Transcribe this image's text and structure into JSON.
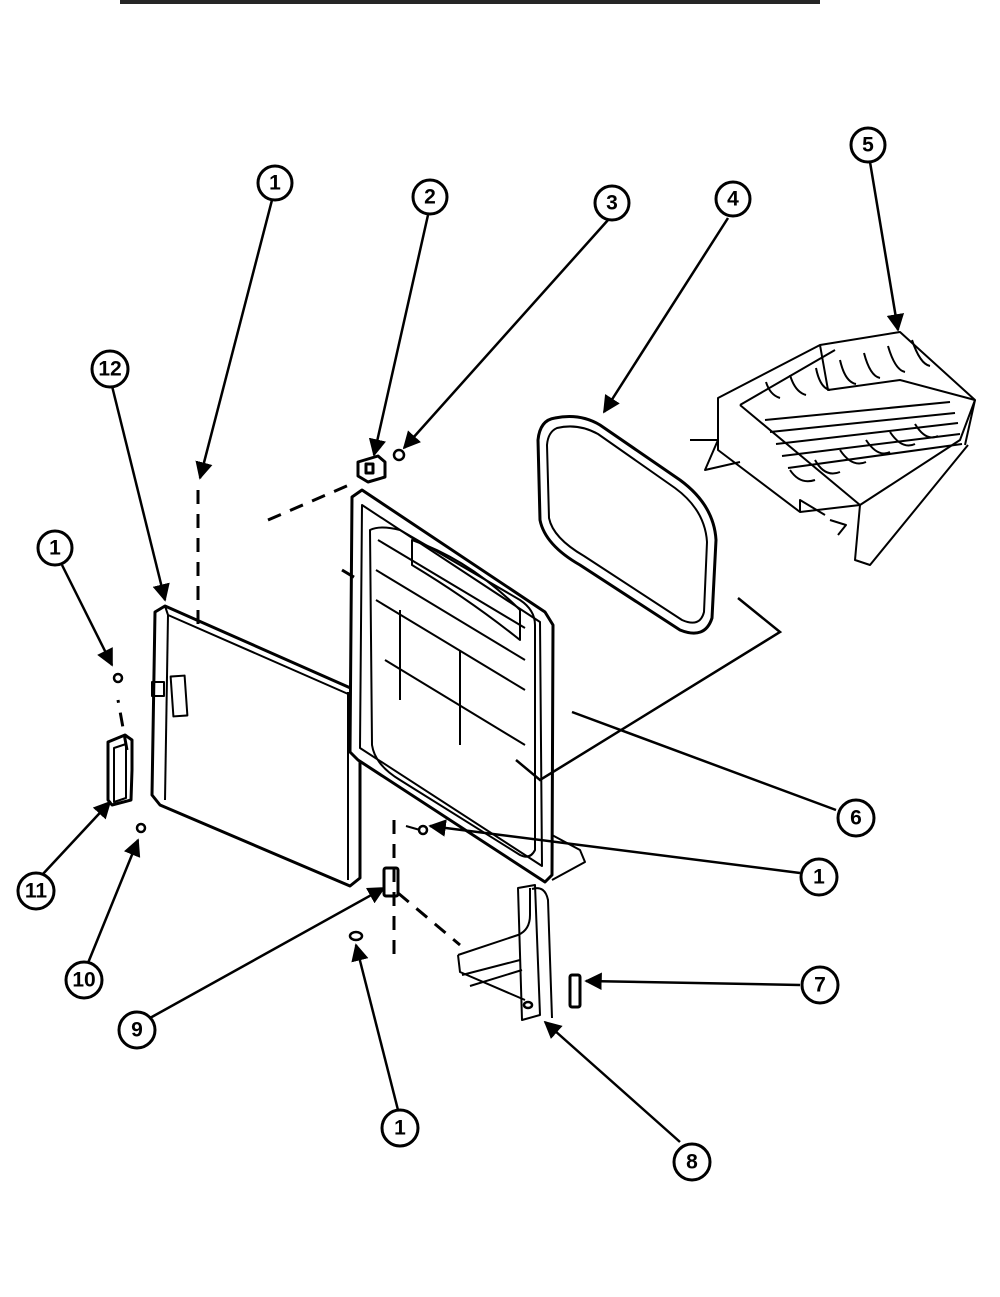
{
  "callouts": [
    {
      "id": "c1a",
      "label": "1"
    },
    {
      "id": "c2",
      "label": "2"
    },
    {
      "id": "c3",
      "label": "3"
    },
    {
      "id": "c4",
      "label": "4"
    },
    {
      "id": "c5",
      "label": "5"
    },
    {
      "id": "c12",
      "label": "12"
    },
    {
      "id": "c1b",
      "label": "1"
    },
    {
      "id": "c6",
      "label": "6"
    },
    {
      "id": "c1c",
      "label": "1"
    },
    {
      "id": "c11",
      "label": "11"
    },
    {
      "id": "c7",
      "label": "7"
    },
    {
      "id": "c10",
      "label": "10"
    },
    {
      "id": "c9",
      "label": "9"
    },
    {
      "id": "c1d",
      "label": "1"
    },
    {
      "id": "c8",
      "label": "8"
    }
  ],
  "colors": {
    "line": "#000000",
    "background": "#ffffff"
  }
}
